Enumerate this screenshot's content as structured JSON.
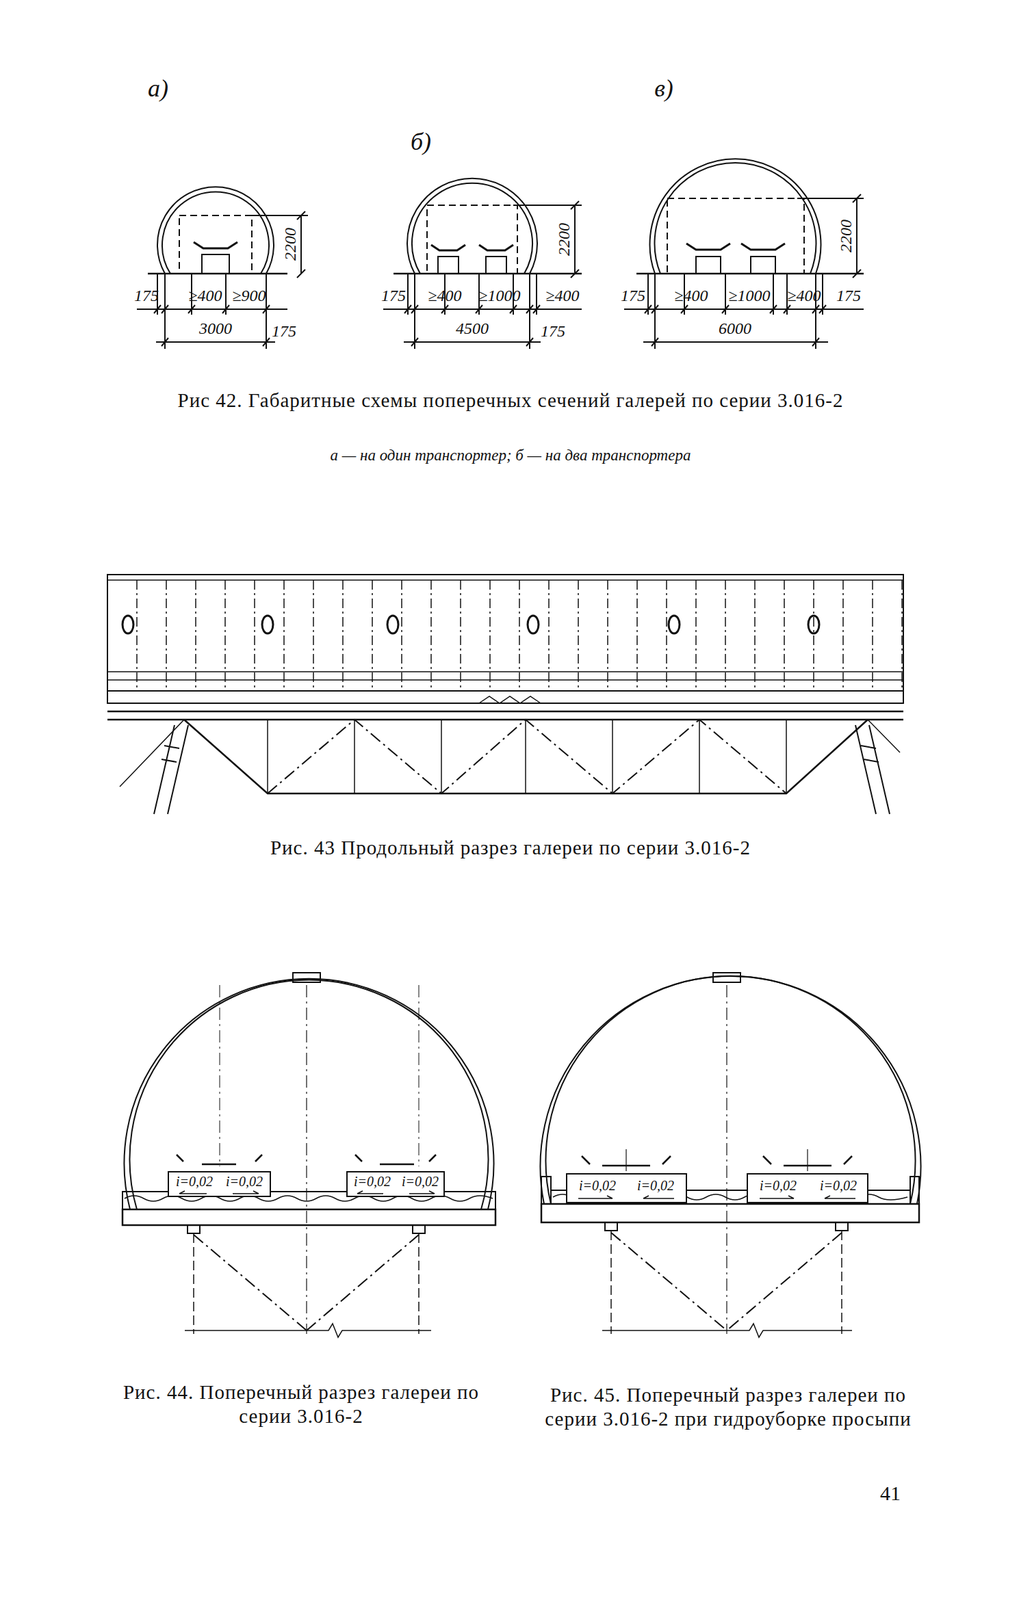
{
  "diagram": {
    "labels": [
      "а)",
      "2200",
      "175",
      "≥400",
      "≥900",
      "3000",
      "175",
      "б)",
      "2200",
      "175",
      "≥400",
      "≥1000",
      "≥400",
      "4500",
      "175",
      "в)",
      "2200",
      "175",
      "≥400",
      "≥1000",
      "≥400",
      "175",
      "6000",
      "Рис 42. Габаритные схемы поперечных сечений галерей по серии 3.016-2",
      "а — на один транспортер; б — на два транспортера",
      "Рис. 43 Продольный разрез галереи по серии 3.016-2",
      "i=0,02",
      "i=0,02",
      "i=0,02",
      "i=0,02",
      "Рис. 44. Поперечный разрез галереи по серии 3.016-2",
      "i=0,02",
      "i=0,02",
      "i=0,02",
      "i=0,02",
      "Рис. 45. Поперечный разрез галереи по серии 3.016-2 при гидроуборке просыпи",
      "41"
    ]
  }
}
